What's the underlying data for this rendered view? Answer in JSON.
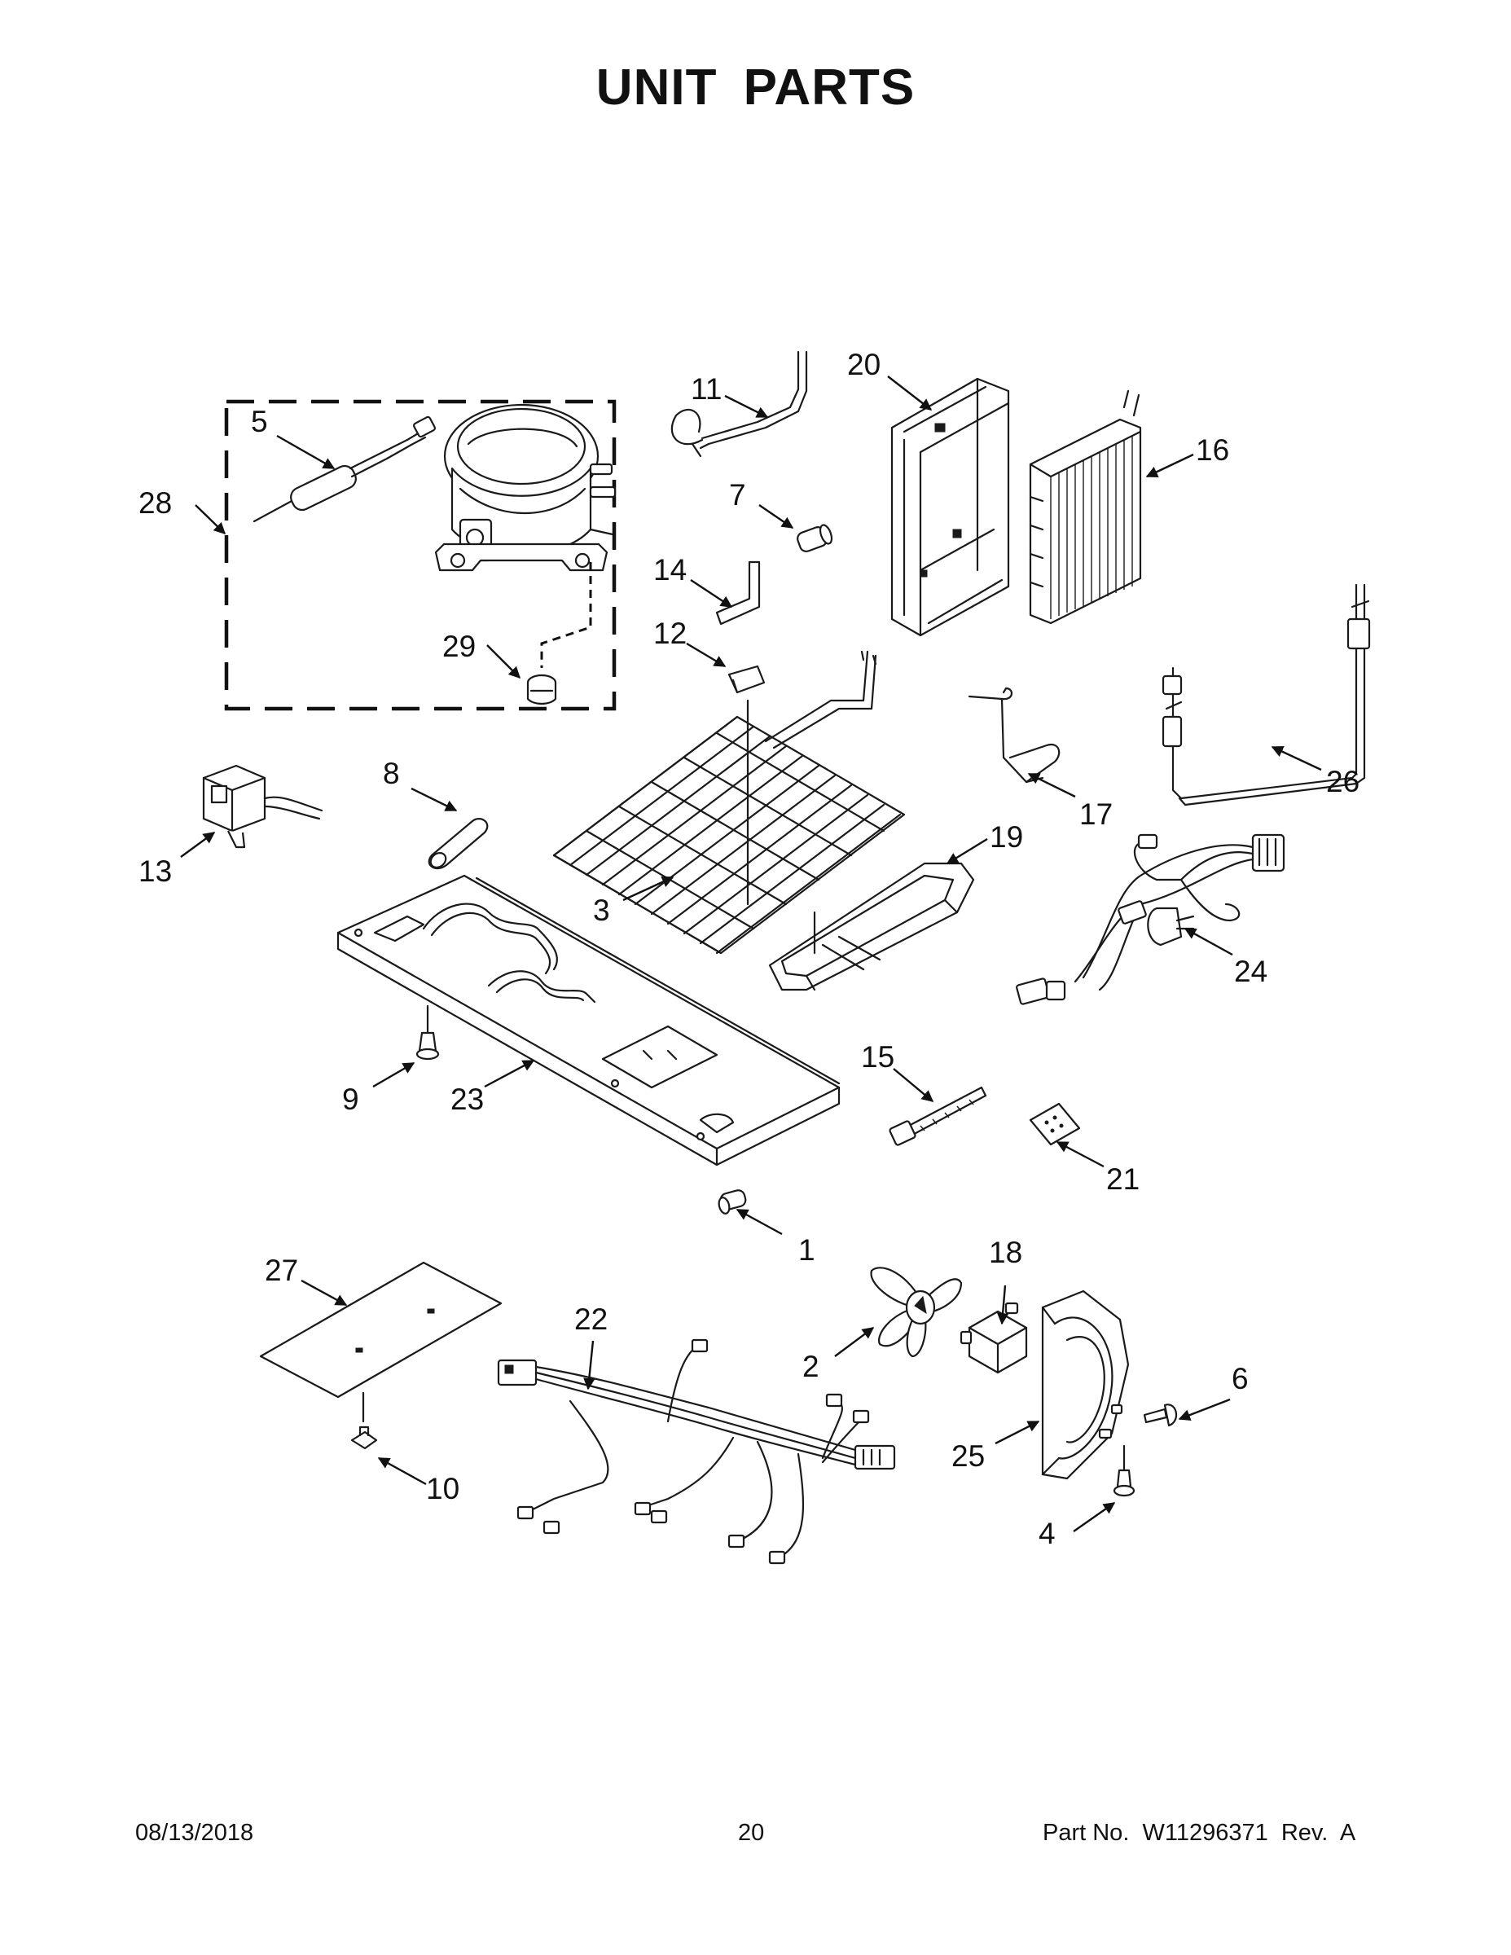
{
  "title": "UNIT  PARTS",
  "footer": {
    "date": "08/13/2018",
    "page_number": "20",
    "part_number": "Part No.  W11296371  Rev.  A"
  },
  "callouts": {
    "c1": "1",
    "c2": "2",
    "c3": "3",
    "c4": "4",
    "c5": "5",
    "c6": "6",
    "c7": "7",
    "c8": "8",
    "c9": "9",
    "c10": "10",
    "c11": "11",
    "c12": "12",
    "c13": "13",
    "c14": "14",
    "c15": "15",
    "c16": "16",
    "c17": "17",
    "c18": "18",
    "c19": "19",
    "c20": "20",
    "c21": "21",
    "c22": "22",
    "c23": "23",
    "c24": "24",
    "c25": "25",
    "c26": "26",
    "c27": "27",
    "c28": "28",
    "c29": "29"
  }
}
